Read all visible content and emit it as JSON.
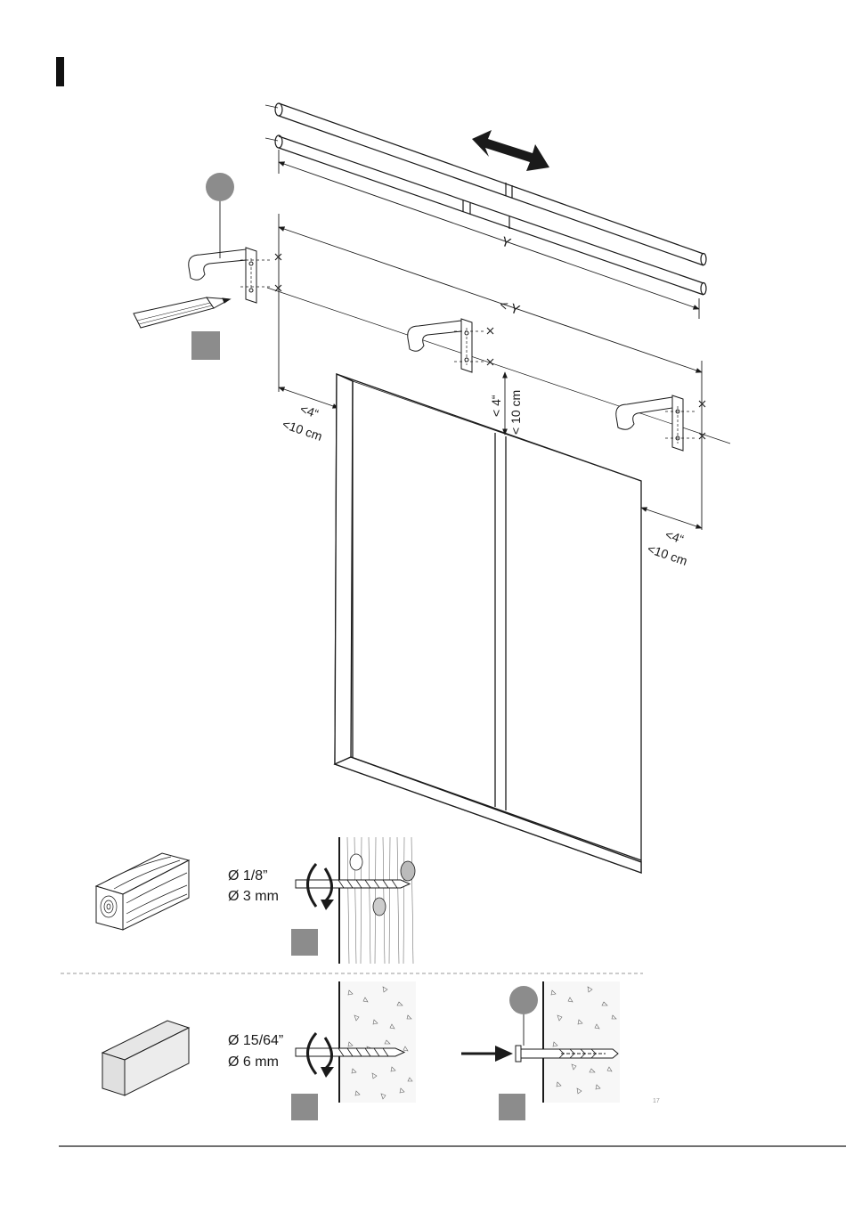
{
  "diagram": {
    "step_marker": "I",
    "labels": {
      "y_rod": "Y",
      "y_less": "< Y",
      "clearance_in": "<4“",
      "clearance_cm": "<10 cm",
      "center_in": "< 4“",
      "center_cm": "< 10 cm"
    },
    "wood_drill": {
      "imperial": "Ø 1/8”",
      "metric": "Ø 3 mm"
    },
    "masonry_drill": {
      "imperial": "Ø 15/64”",
      "metric": "Ø 6 mm"
    },
    "page_ref": "17"
  },
  "colors": {
    "line": "#1a1a1a",
    "callout": "#8c8c8c",
    "box": "#8c8c8c"
  },
  "icons": [
    "pencil-icon",
    "drill-icon",
    "rotate-arrow-icon",
    "push-arrow-icon",
    "double-arrow-icon"
  ]
}
